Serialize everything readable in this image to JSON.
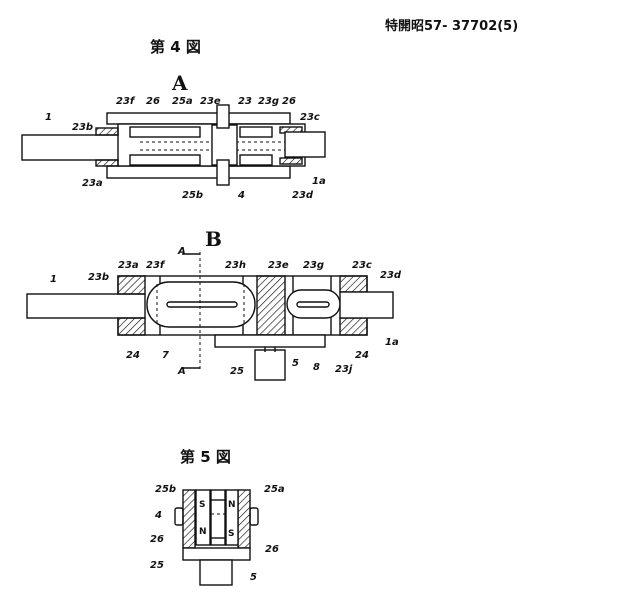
{
  "header": {
    "publication_number": "特開昭57- 37702(5)"
  },
  "figure4": {
    "title": "第 4 図",
    "viewA": {
      "title": "A",
      "labels": [
        "1",
        "23b",
        "23a",
        "23f",
        "26",
        "25a",
        "23e",
        "23",
        "23g",
        "26",
        "23c",
        "1a",
        "23d",
        "4",
        "25b"
      ]
    },
    "viewB": {
      "title": "B",
      "labels": [
        "A",
        "A",
        "23h",
        "23e",
        "23g",
        "23c",
        "23d",
        "23a",
        "23f",
        "23b",
        "1",
        "24",
        "7",
        "25",
        "5",
        "8",
        "23j",
        "24",
        "1a"
      ]
    }
  },
  "figure5": {
    "title": "第 5 図",
    "labels": [
      "25b",
      "25a",
      "4",
      "26",
      "26",
      "25",
      "5"
    ],
    "poles": [
      "S",
      "N",
      "N",
      "S"
    ]
  }
}
